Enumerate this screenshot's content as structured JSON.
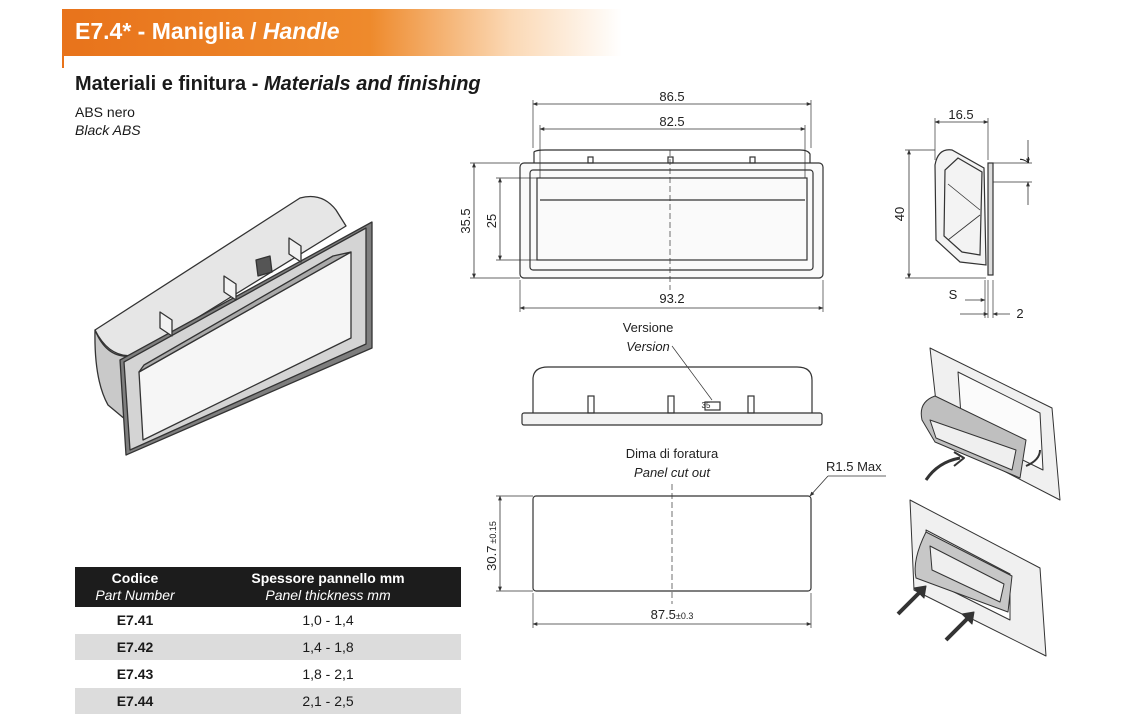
{
  "header": {
    "code": "E7.4*",
    "sep": " - ",
    "name_it": "Maniglia",
    "slash": " / ",
    "name_en": "Handle"
  },
  "materials": {
    "title_it": "Materiali e finitura",
    "title_sep": " - ",
    "title_en": "Materials and finishing",
    "material_it": "ABS nero",
    "material_en": "Black ABS"
  },
  "dimensions": {
    "width_outer": "86.5",
    "width_inner": "82.5",
    "height_outer": "35.5",
    "height_inner": "25",
    "width_flange": "93.2",
    "depth": "16.5",
    "offset": "7",
    "side_height": "40",
    "panel_s": "S",
    "flange_thk": "2"
  },
  "version_label": {
    "it": "Versione",
    "en": "Version",
    "mark": "35"
  },
  "cutout": {
    "title_it": "Dima di foratura",
    "title_en": "Panel cut out",
    "radius": "R1.5  Max",
    "height": "30.7",
    "height_tol": "±0.15",
    "width": "87.5",
    "width_tol": "±0.3"
  },
  "table": {
    "col1": "Codice",
    "col1_en": "Part Number",
    "col2": "Spessore pannello mm",
    "col2_en": "Panel thickness mm",
    "rows": [
      {
        "code": "E7.41",
        "thickness": "1,0 - 1,4"
      },
      {
        "code": "E7.42",
        "thickness": "1,4 - 1,8"
      },
      {
        "code": "E7.43",
        "thickness": "1,8 - 2,1"
      },
      {
        "code": "E7.44",
        "thickness": "2,1 - 2,5"
      }
    ]
  }
}
